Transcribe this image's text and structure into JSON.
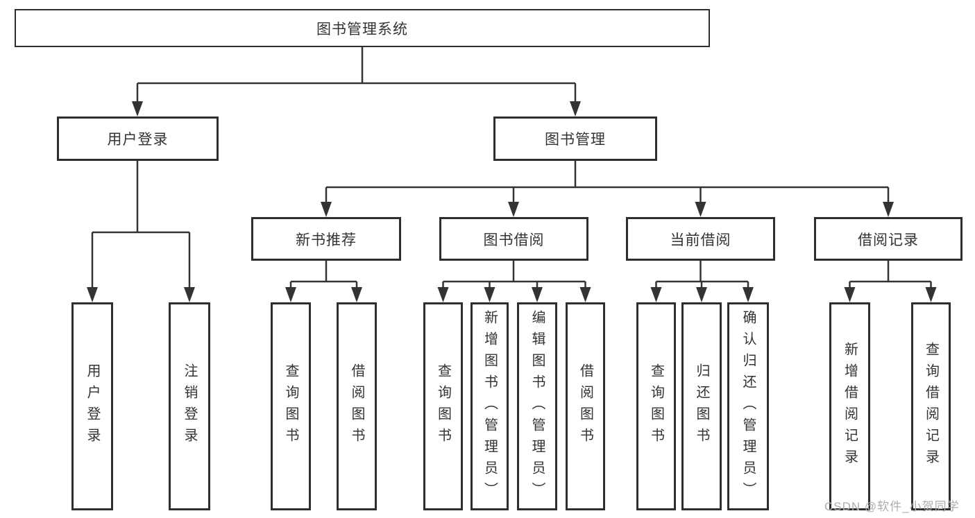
{
  "diagram": {
    "root_label": "图书管理系统",
    "branches": [
      {
        "label": "用户登录",
        "children": [
          {
            "label": "用户登录"
          },
          {
            "label": "注销登录"
          }
        ]
      },
      {
        "label": "图书管理",
        "children": [
          {
            "label": "新书推荐",
            "children": [
              {
                "label": "查询图书"
              },
              {
                "label": "借阅图书"
              }
            ]
          },
          {
            "label": "图书借阅",
            "children": [
              {
                "label": "查询图书"
              },
              {
                "label": "新增图书（管理员）"
              },
              {
                "label": "编辑图书（管理员）"
              },
              {
                "label": "借阅图书"
              }
            ]
          },
          {
            "label": "当前借阅",
            "children": [
              {
                "label": "查询图书"
              },
              {
                "label": "归还图书"
              },
              {
                "label": "确认归还（管理员）"
              }
            ]
          },
          {
            "label": "借阅记录",
            "children": [
              {
                "label": "新增借阅记录"
              },
              {
                "label": "查询借阅记录"
              }
            ]
          }
        ]
      }
    ],
    "colors": {
      "line": "#333333",
      "box_border": "#2e2e2e",
      "text": "#333333",
      "watermark": "#adadad",
      "background": "#ffffff"
    }
  },
  "watermark": {
    "text": "CSDN @软件_小贺同学"
  }
}
